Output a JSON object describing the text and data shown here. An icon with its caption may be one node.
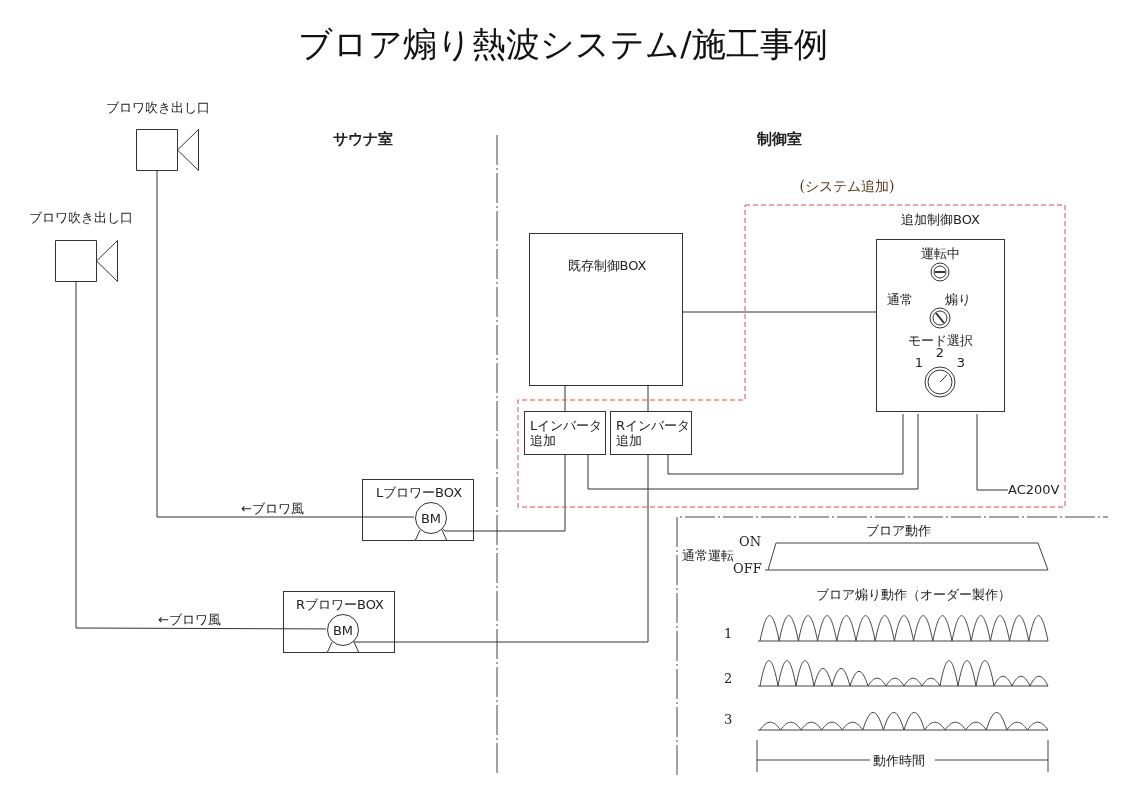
{
  "diagram": {
    "title": "ブロア煽り熱波システム/施工事例",
    "nodes": [
      {
        "text": [
          "ブロワ吹き出し口"
        ]
      },
      {
        "text": [
          "ブロワ吹き出し口"
        ]
      },
      {
        "text": [
          "既存制御BOX"
        ]
      },
      {
        "text": [
          "(システム追加)"
        ]
      },
      {
        "text": [
          "追加制御BOX",
          "運転中",
          "通常",
          "煽り",
          "モード選択",
          "1",
          "2",
          "3"
        ],
        "in": 3
      },
      {
        "text": [
          "Lインバータ追加"
        ],
        "in": 3
      },
      {
        "text": [
          "Rインバータ追加"
        ],
        "in": 3
      },
      {
        "text": [
          "LブロワーBOX"
        ]
      },
      {
        "text": [
          "BM"
        ],
        "in": 7
      },
      {
        "text": [
          "RブロワーBOX"
        ]
      },
      {
        "text": [
          "BM"
        ],
        "in": 9
      },
      {
        "text": [
          "AC200V"
        ],
        "in": 3
      }
    ],
    "edges": [
      {
        "from": 0,
        "to": 8,
        "arrow": "none",
        "label": "←ブロワ風"
      },
      {
        "from": 1,
        "to": 10,
        "arrow": "none",
        "label": "←ブロワ風"
      },
      {
        "from": 2,
        "to": 5,
        "arrow": "none"
      },
      {
        "from": 2,
        "to": 6,
        "arrow": "none"
      },
      {
        "from": 2,
        "to": 4,
        "arrow": "none"
      },
      {
        "from": 5,
        "to": 8,
        "arrow": "none"
      },
      {
        "from": 6,
        "to": 10,
        "arrow": "none"
      },
      {
        "from": 5,
        "to": 4,
        "arrow": "none"
      },
      {
        "from": 6,
        "to": 4,
        "arrow": "none"
      },
      {
        "from": 4,
        "to": 11,
        "arrow": "none"
      }
    ],
    "labels": [
      "サウナ室",
      "制御室",
      "ブロア動作",
      "ON",
      "通常運転",
      "OFF",
      "ブロア煽り動作（オーダー製作）",
      "1",
      "2",
      "3",
      "動作時間"
    ]
  }
}
